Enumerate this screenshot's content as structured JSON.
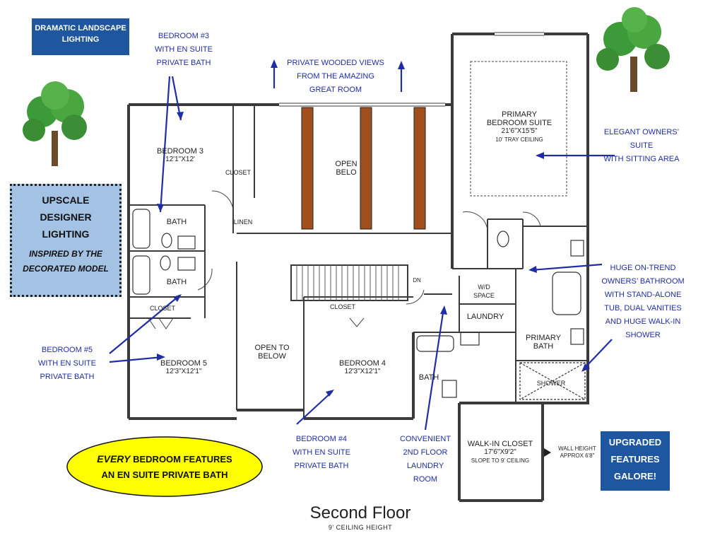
{
  "callouts": {
    "dramatic_lighting": "DRAMATIC  LANDSCAPE LIGHTING",
    "bedroom3_note": [
      "BEDROOM #3",
      "WITH EN SUITE",
      "PRIVATE BATH"
    ],
    "views_note": [
      "PRIVATE WOODED VIEWS",
      "FROM THE AMAZING",
      "GREAT ROOM"
    ],
    "owners_suite_note": [
      "ELEGANT OWNERS’ SUITE",
      "WITH SITTING AREA"
    ],
    "upscale": {
      "lines": [
        "UPSCALE",
        "DESIGNER",
        "LIGHTING"
      ],
      "italic": [
        "INSPIRED BY THE",
        "DECORATED MODEL"
      ]
    },
    "bathroom_note": [
      "HUGE ON-TREND",
      "OWNERS’ BATHROOM",
      "WITH STAND-ALONE",
      "TUB, DUAL VANITIES",
      "AND HUGE WALK-IN",
      "SHOWER"
    ],
    "bedroom5_note": [
      "BEDROOM #5",
      "WITH EN SUITE",
      "PRIVATE BATH"
    ],
    "bedroom4_note": [
      "BEDROOM #4",
      "WITH EN SUITE",
      "PRIVATE BATH"
    ],
    "laundry_note": [
      "CONVENIENT",
      "2ND FLOOR",
      "LAUNDRY",
      "ROOM"
    ],
    "upgraded": [
      "UPGRADED",
      "FEATURES",
      "GALORE!"
    ],
    "every_bedroom": {
      "emph": "EVERY",
      "rest": " BEDROOM FEATURES",
      "line2": "AN EN SUITE PRIVATE BATH"
    }
  },
  "rooms": {
    "bedroom3": {
      "name": "BEDROOM 3",
      "dims": "12'1\"X12'"
    },
    "open_below_top": {
      "name": "OPEN",
      "name2": "BELO"
    },
    "primary": {
      "name": "PRIMARY",
      "name2": "BEDROOM SUITE",
      "dims": "21'6\"X15'5\"",
      "note": "10' TRAY CEILING"
    },
    "closet_top": "CLOSET",
    "linen": "LINEN",
    "bath_upper": "BATH",
    "bath_lower": "BATH",
    "closet_b5": "CLOSET",
    "bedroom5": {
      "name": "BEDROOM 5",
      "dims": "12'3\"X12'1\""
    },
    "open_below_mid": {
      "name": "OPEN TO",
      "name2": "BELOW"
    },
    "closet_b4": "CLOSET",
    "bedroom4": {
      "name": "BEDROOM 4",
      "dims": "12'3\"X12'1\""
    },
    "dn": "DN",
    "wd": {
      "name": "W/D",
      "name2": "SPACE"
    },
    "laundry": "LAUNDRY",
    "primary_bath": {
      "name": "PRIMARY",
      "name2": "BATH"
    },
    "shower": "SHOWER",
    "bath_b4": "BATH",
    "walkin": {
      "name": "WALK-IN CLOSET",
      "dims": "17'6\"X9'2\"",
      "note": "SLOPE TO 9' CEILING"
    },
    "wall_height": {
      "line1": "WALL HEIGHT",
      "line2": "APPROX 6'8\""
    }
  },
  "floor_title": "Second Floor",
  "floor_subtitle": "9' CEILING HEIGHT",
  "colors": {
    "callout": "#1f2ea3",
    "blue_box": "#1e57a0",
    "light_box": "#a4c2e3",
    "beam": "#a24f1e",
    "ellipse": "#ffff00",
    "wall": "#3a3a3a"
  }
}
